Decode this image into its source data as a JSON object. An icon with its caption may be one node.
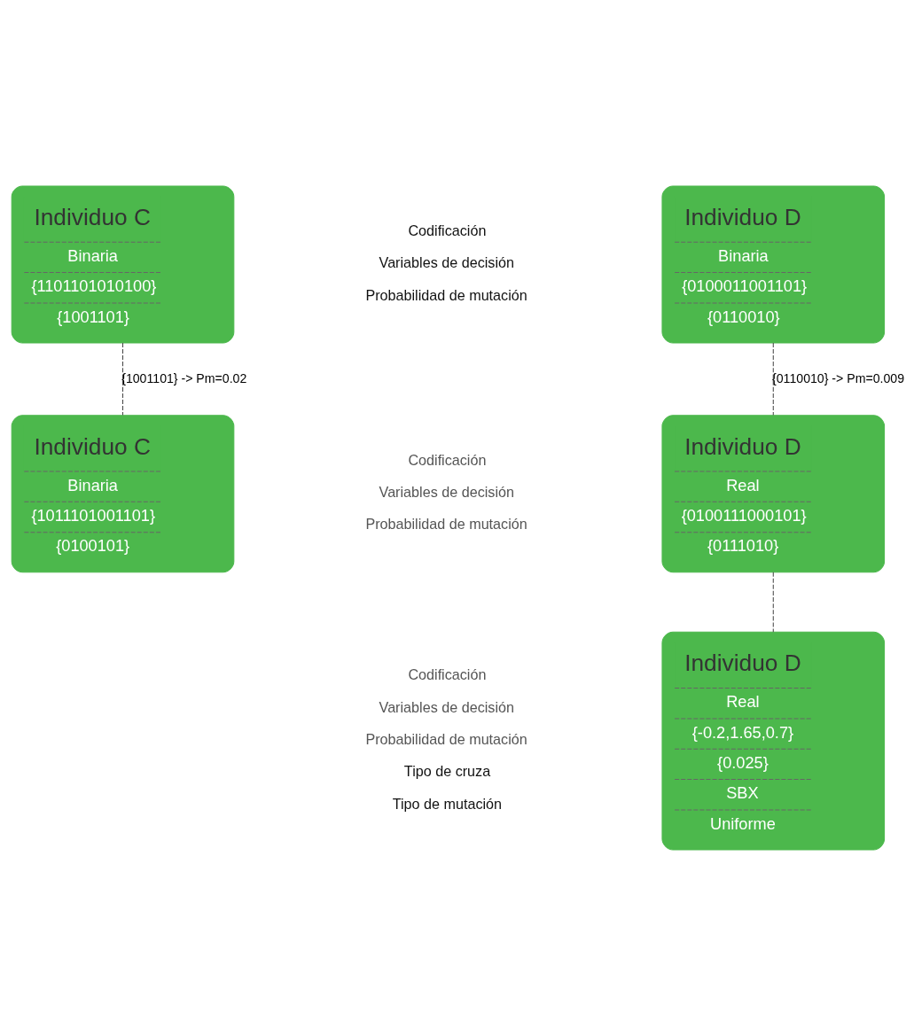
{
  "diagram": {
    "nodes": [
      {
        "text": [
          "Individuo C",
          "Binaria",
          "{1101101010100}",
          "{1001101}"
        ]
      },
      {
        "text": [
          "Individuo D",
          "Binaria",
          "{0100011001101}",
          "{0110010}"
        ]
      },
      {
        "text": [
          "Individuo C",
          "Binaria",
          "{1011101001101}",
          "{0100101}"
        ]
      },
      {
        "text": [
          "Individuo D",
          "Real",
          "{0100111000101}",
          "{0111010}"
        ]
      },
      {
        "text": [
          "Individuo D",
          "Real",
          "{-0.2,1.65,0.7}",
          "{0.025}",
          "SBX",
          "Uniforme"
        ]
      }
    ],
    "edges": [
      {
        "from": 0,
        "to": 2,
        "arrow": "none",
        "label": "{1001101} -> Pm=0.02",
        "style": "dashed"
      },
      {
        "from": 1,
        "to": 3,
        "arrow": "none",
        "label": "{0110010} -> Pm=0.009",
        "style": "dashed"
      },
      {
        "from": 3,
        "to": 4,
        "arrow": "none",
        "style": "dashed"
      }
    ],
    "labels": [
      "Codificación",
      "Variables de decisión",
      "Probabilidad de mutación",
      "Codificación",
      "Variables de decisión",
      "Probabilidad de mutación",
      "Codificación",
      "Variables de decisión",
      "Probabilidad de mutación",
      "Tipo de cruza",
      "Tipo de mutación"
    ]
  }
}
